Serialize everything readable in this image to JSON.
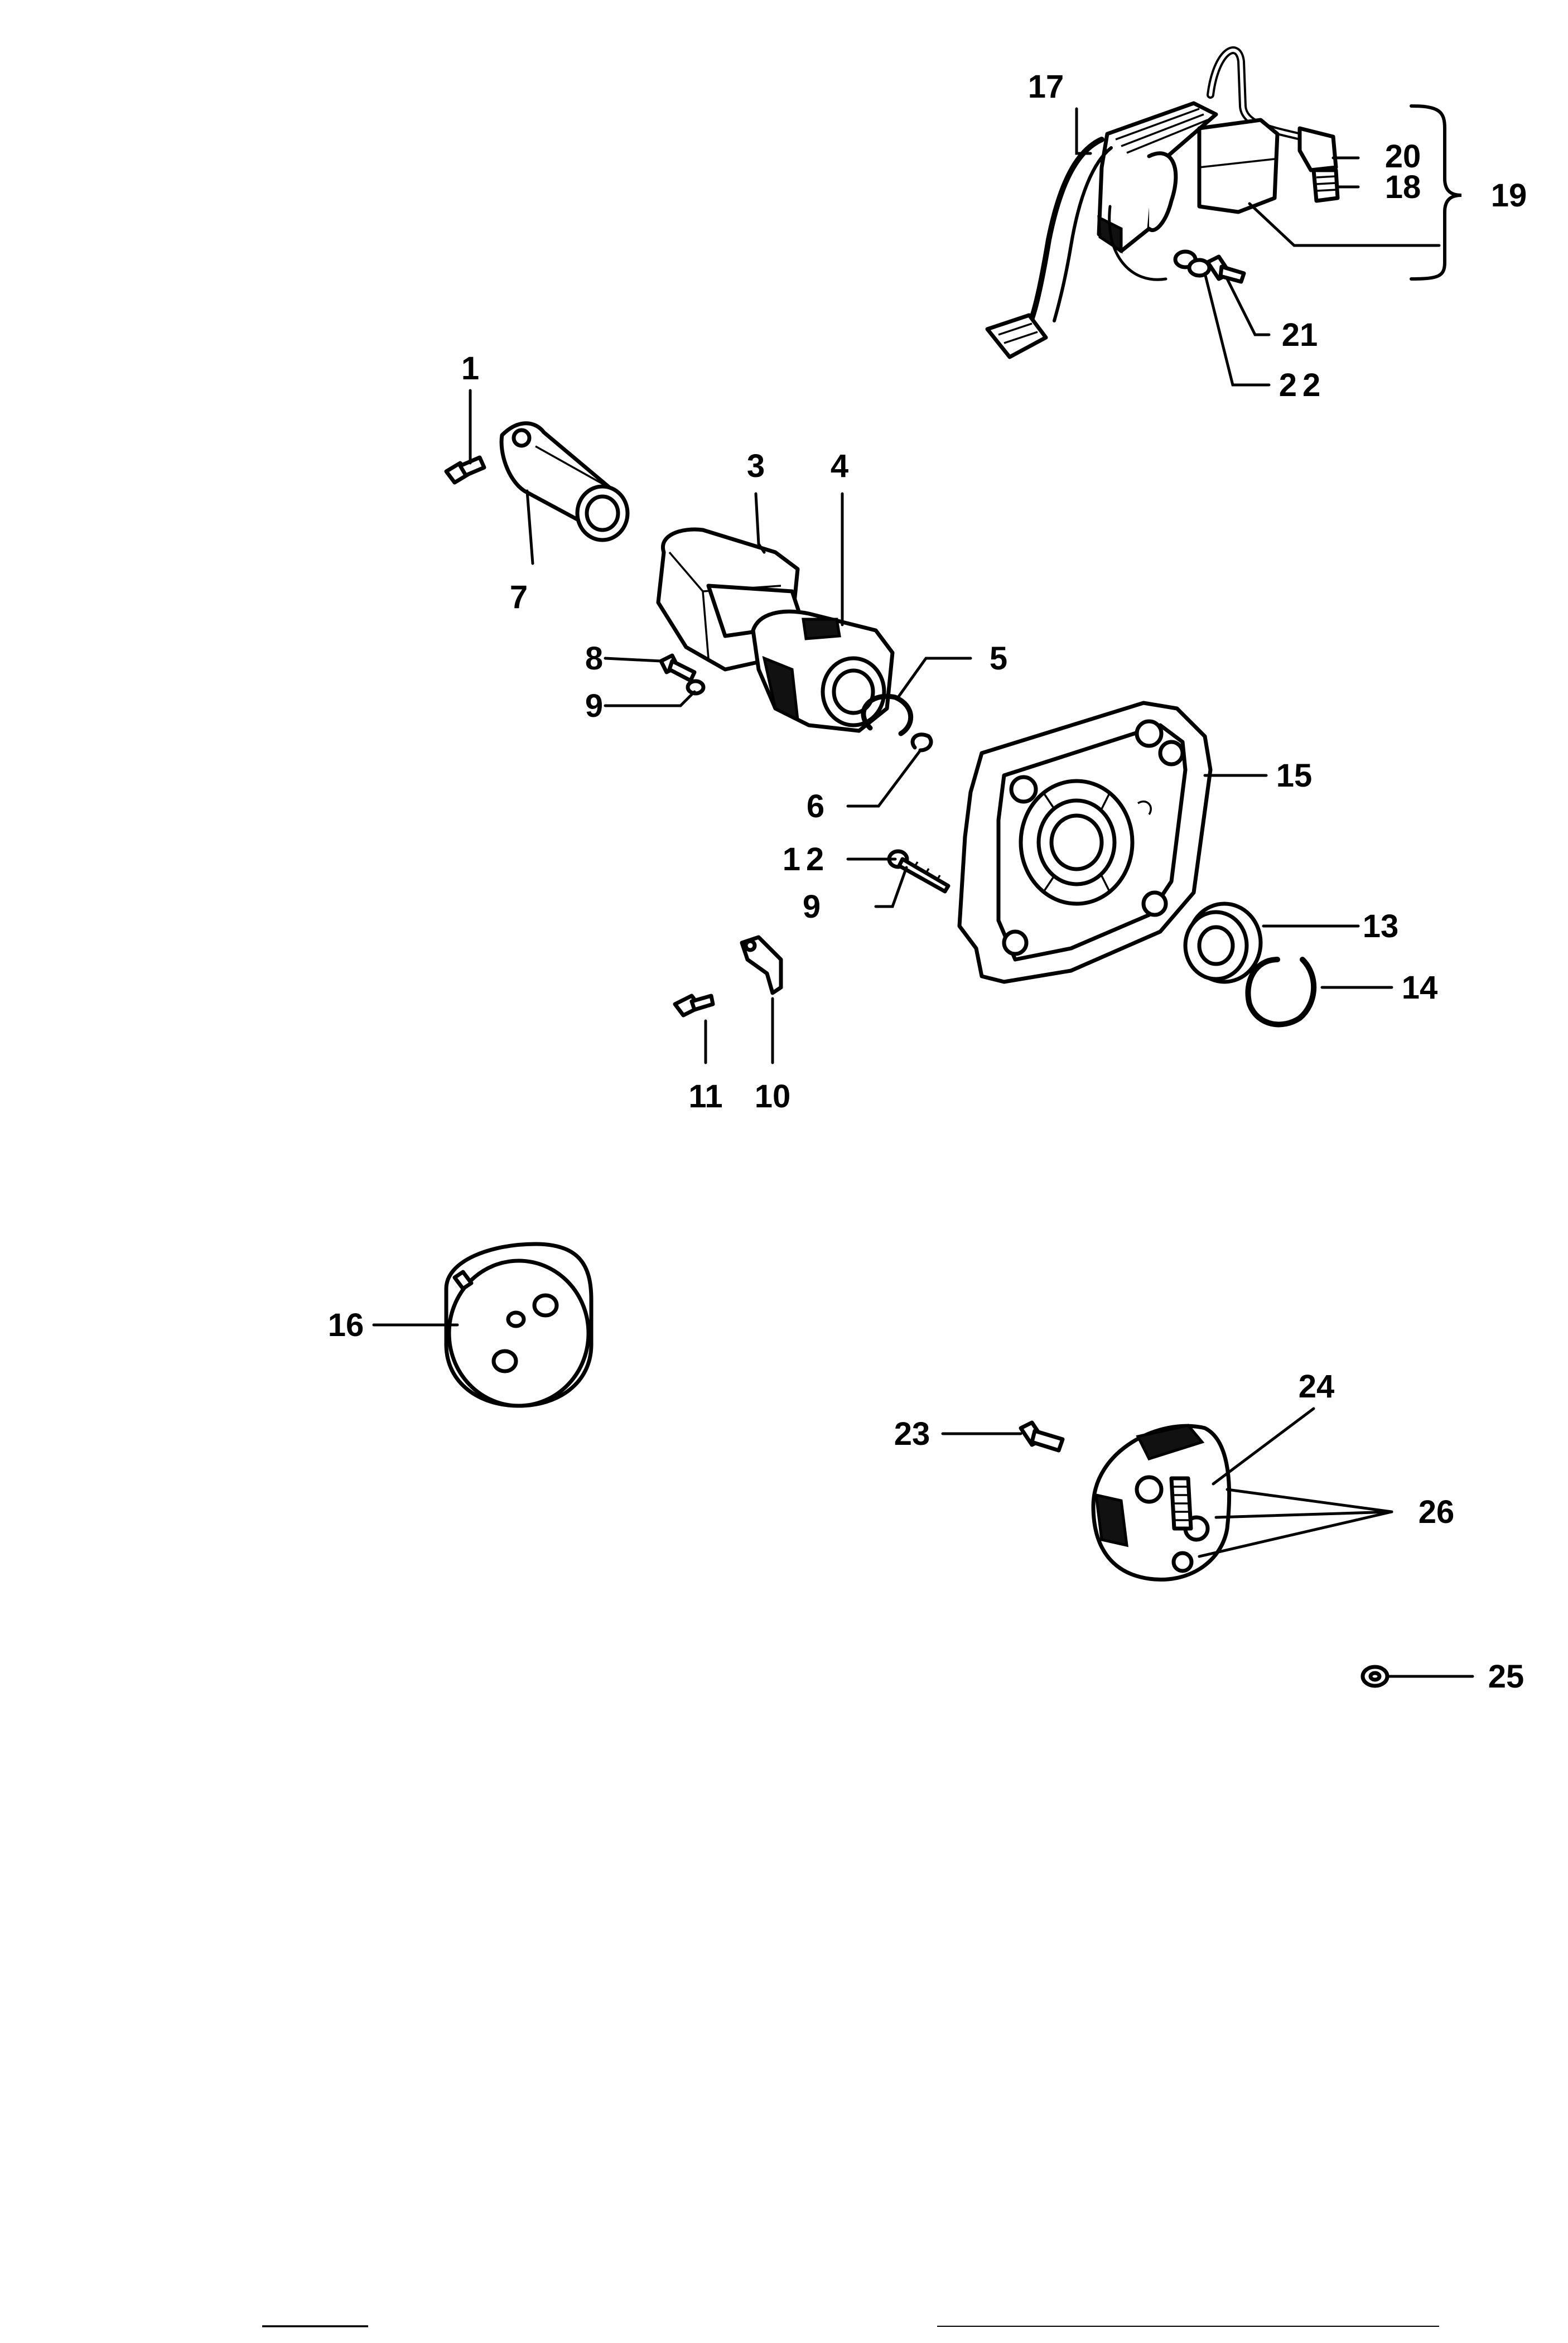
{
  "diagram": {
    "callouts": [
      {
        "id": "c1",
        "text": "1"
      },
      {
        "id": "c3",
        "text": "3"
      },
      {
        "id": "c4",
        "text": "4"
      },
      {
        "id": "c5",
        "text": "5"
      },
      {
        "id": "c6",
        "text": "6"
      },
      {
        "id": "c7",
        "text": "7"
      },
      {
        "id": "c8",
        "text": "8"
      },
      {
        "id": "c9a",
        "text": "9"
      },
      {
        "id": "c9b",
        "text": "9"
      },
      {
        "id": "c10",
        "text": "10"
      },
      {
        "id": "c11",
        "text": "11"
      },
      {
        "id": "c12",
        "text": "12"
      },
      {
        "id": "c13",
        "text": "13"
      },
      {
        "id": "c14",
        "text": "14"
      },
      {
        "id": "c15",
        "text": "15"
      },
      {
        "id": "c16",
        "text": "16"
      },
      {
        "id": "c17",
        "text": "17"
      },
      {
        "id": "c18",
        "text": "18"
      },
      {
        "id": "c19",
        "text": "19"
      },
      {
        "id": "c20",
        "text": "20"
      },
      {
        "id": "c21",
        "text": "21"
      },
      {
        "id": "c22",
        "text": "22"
      },
      {
        "id": "c23",
        "text": "23"
      },
      {
        "id": "c24",
        "text": "24"
      },
      {
        "id": "c25",
        "text": "25"
      },
      {
        "id": "c26",
        "text": "26"
      }
    ]
  }
}
